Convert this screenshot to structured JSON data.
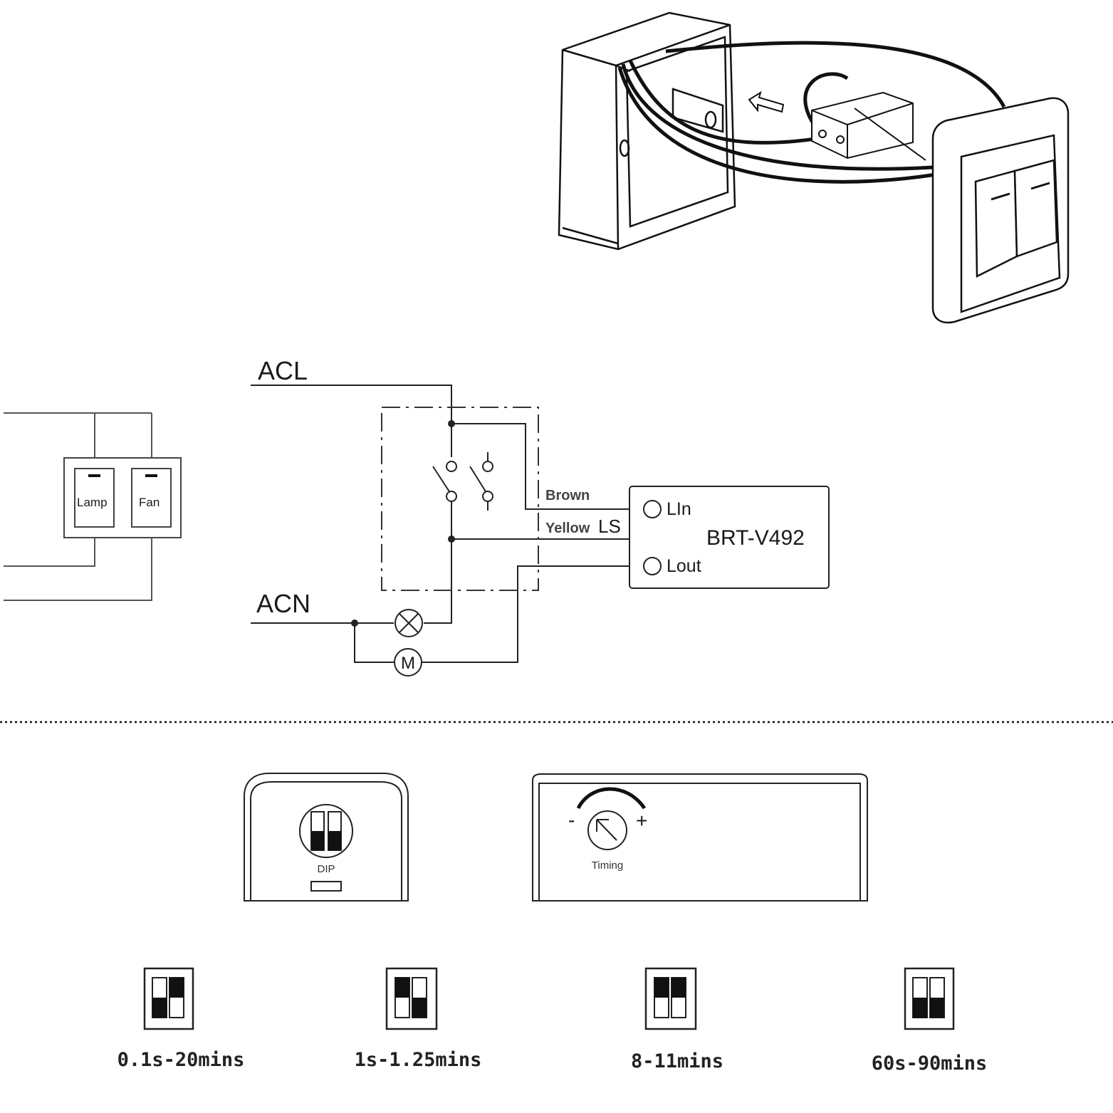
{
  "switch_panel": {
    "left_label": "Lamp",
    "right_label": "Fan"
  },
  "schematic": {
    "line_label": "ACL",
    "neutral_label": "ACN",
    "wire_brown": "Brown",
    "wire_yellow": "Yellow",
    "ls_label": "LS",
    "device_name": "BRT-V492",
    "terminal_in": "LIn",
    "terminal_out": "Lout",
    "motor_label": "M"
  },
  "controls": {
    "dip_label": "DIP",
    "timing_label": "Timing",
    "minus": "-",
    "plus": "+"
  },
  "dip_settings": [
    {
      "label": "0.1s-20mins"
    },
    {
      "label": "1s-1.25mins"
    },
    {
      "label": "8-11mins"
    },
    {
      "label": "60s-90mins"
    }
  ]
}
